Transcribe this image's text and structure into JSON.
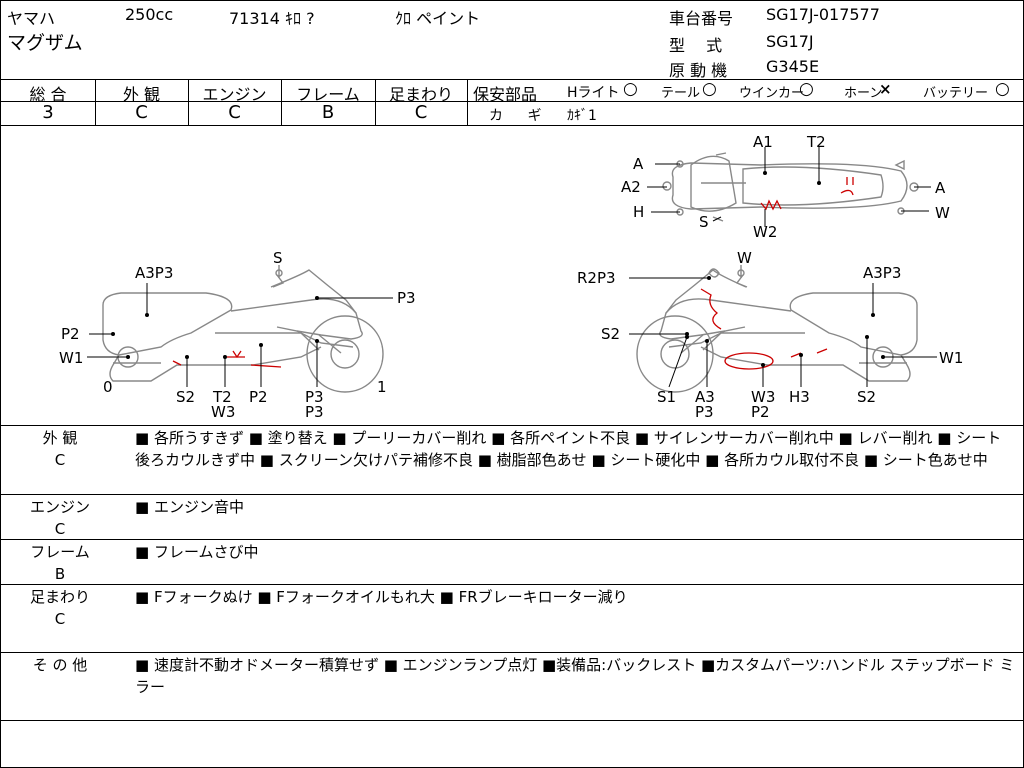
{
  "header": {
    "maker": "ヤマハ",
    "cc": "250cc",
    "mileage": "71314 ｷﾛ ?",
    "color": "ｸﾛ ペイント",
    "model_name": "マグザム",
    "chassis_label": "車台番号",
    "chassis_value": "SG17J-017577",
    "type_label": "型 式",
    "type_value": "SG17J",
    "engine_label": "原 動 機",
    "engine_value": "G345E"
  },
  "grades": [
    {
      "label": "総 合",
      "value": "3"
    },
    {
      "label": "外 観",
      "value": "C"
    },
    {
      "label": "エンジン",
      "value": "C"
    },
    {
      "label": "フレーム",
      "value": "B"
    },
    {
      "label": "足まわり",
      "value": "C"
    }
  ],
  "safety": {
    "title": "保安部品",
    "headlight": "Hライト",
    "headlight_mark": "○",
    "tail": "テール",
    "tail_mark": "○",
    "winker": "ウインカー",
    "winker_mark": "○",
    "horn": "ホーン",
    "horn_mark": "×",
    "battery": "バッテリー",
    "battery_mark": "○",
    "key_label": "カ ギ",
    "key_value": "ｶｷﾞ1"
  },
  "diagram": {
    "top": {
      "A1": "A1",
      "T2": "T2",
      "A_left": "A",
      "A2": "A2",
      "H": "H",
      "S": "S",
      "W2": "W2",
      "A_right": "A",
      "W": "W"
    },
    "left": {
      "S": "S",
      "A3P3": "A3P3",
      "P3": "P3",
      "P2": "P2",
      "W1": "W1",
      "zero": "0",
      "one": "1",
      "S2": "S2",
      "T2": "T2",
      "W3": "W3",
      "P2b": "P2",
      "P3a": "P3",
      "P3b": "P3"
    },
    "right": {
      "W": "W",
      "R2P3": "R2P3",
      "A3P3": "A3P3",
      "S2": "S2",
      "W1": "W1",
      "S1": "S1",
      "A3": "A3",
      "P3": "P3",
      "W3": "W3",
      "P2": "P2",
      "H3": "H3",
      "S2b": "S2"
    }
  },
  "sections": [
    {
      "title": "外 観",
      "grade": "C",
      "text": "■ 各所うすきず ■ 塗り替え ■ プーリーカバー削れ ■ 各所ペイント不良 ■ サイレンサーカバー削れ中 ■ レバー削れ ■ シート後ろカウルきず中 ■ スクリーン欠けパテ補修不良 ■ 樹脂部色あせ ■ シート硬化中 ■ 各所カウル取付不良 ■ シート色あせ中"
    },
    {
      "title": "エンジン",
      "grade": "C",
      "text": "■ エンジン音中"
    },
    {
      "title": "フレーム",
      "grade": "B",
      "text": "■ フレームさび中"
    },
    {
      "title": "足まわり",
      "grade": "C",
      "text": "■ Fフォークぬけ ■ Fフォークオイルもれ大 ■ FRブレーキローター減り"
    },
    {
      "title": "そ の 他",
      "grade": "",
      "text": "■ 速度計不動オドメーター積算せず ■ エンジンランプ点灯 ■装備品:バックレスト ■カスタムパーツ:ハンドル ステップボード ミラー"
    }
  ]
}
